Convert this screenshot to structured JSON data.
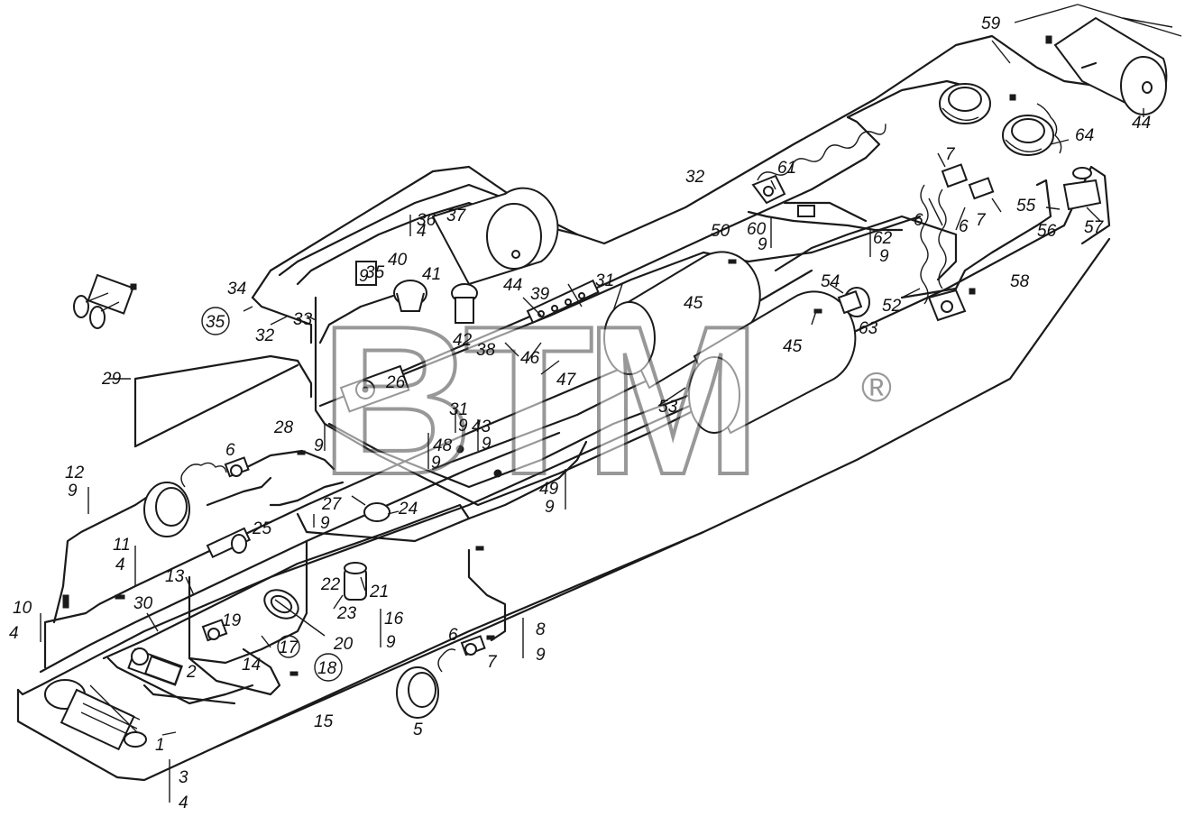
{
  "watermark": {
    "text": "BTM",
    "mark": "®"
  },
  "labels": [
    {
      "id": "l1",
      "text": "1"
    },
    {
      "id": "l2",
      "text": "2"
    },
    {
      "id": "l3",
      "text": "3"
    },
    {
      "id": "l4a",
      "text": "4"
    },
    {
      "id": "l4b",
      "text": "4"
    },
    {
      "id": "l4c",
      "text": "4"
    },
    {
      "id": "l4d",
      "text": "4"
    },
    {
      "id": "l5",
      "text": "5"
    },
    {
      "id": "l6a",
      "text": "6"
    },
    {
      "id": "l6b",
      "text": "6"
    },
    {
      "id": "l6c",
      "text": "6"
    },
    {
      "id": "l6d",
      "text": "6"
    },
    {
      "id": "l7a",
      "text": "7"
    },
    {
      "id": "l7b",
      "text": "7"
    },
    {
      "id": "l7c",
      "text": "7"
    },
    {
      "id": "l8",
      "text": "8"
    },
    {
      "id": "l9a",
      "text": "9"
    },
    {
      "id": "l9b",
      "text": "9"
    },
    {
      "id": "l9c",
      "text": "9"
    },
    {
      "id": "l9d",
      "text": "9"
    },
    {
      "id": "l9e",
      "text": "9"
    },
    {
      "id": "l9f",
      "text": "9"
    },
    {
      "id": "l9g",
      "text": "9"
    },
    {
      "id": "l9h",
      "text": "9"
    },
    {
      "id": "l9i",
      "text": "9"
    },
    {
      "id": "l9j",
      "text": "9"
    },
    {
      "id": "l9k",
      "text": "9"
    },
    {
      "id": "l9l",
      "text": "9"
    },
    {
      "id": "l10",
      "text": "10"
    },
    {
      "id": "l11",
      "text": "11"
    },
    {
      "id": "l12",
      "text": "12"
    },
    {
      "id": "l13",
      "text": "13"
    },
    {
      "id": "l14",
      "text": "14"
    },
    {
      "id": "l15",
      "text": "15"
    },
    {
      "id": "l16",
      "text": "16"
    },
    {
      "id": "l17",
      "text": "17"
    },
    {
      "id": "l18",
      "text": "18"
    },
    {
      "id": "l19",
      "text": "19"
    },
    {
      "id": "l20",
      "text": "20"
    },
    {
      "id": "l21",
      "text": "21"
    },
    {
      "id": "l22",
      "text": "22"
    },
    {
      "id": "l23",
      "text": "23"
    },
    {
      "id": "l24",
      "text": "24"
    },
    {
      "id": "l25",
      "text": "25"
    },
    {
      "id": "l26",
      "text": "26"
    },
    {
      "id": "l27",
      "text": "27"
    },
    {
      "id": "l28",
      "text": "28"
    },
    {
      "id": "l29",
      "text": "29"
    },
    {
      "id": "l30",
      "text": "30"
    },
    {
      "id": "l31a",
      "text": "31"
    },
    {
      "id": "l31b",
      "text": "31"
    },
    {
      "id": "l32a",
      "text": "32"
    },
    {
      "id": "l32b",
      "text": "32"
    },
    {
      "id": "l33",
      "text": "33"
    },
    {
      "id": "l34",
      "text": "34"
    },
    {
      "id": "l35",
      "text": "35"
    },
    {
      "id": "l36",
      "text": "36"
    },
    {
      "id": "l37",
      "text": "37"
    },
    {
      "id": "l38",
      "text": "38"
    },
    {
      "id": "l39",
      "text": "39"
    },
    {
      "id": "l40",
      "text": "40"
    },
    {
      "id": "l41",
      "text": "41"
    },
    {
      "id": "l42",
      "text": "42"
    },
    {
      "id": "l43",
      "text": "43"
    },
    {
      "id": "l44a",
      "text": "44"
    },
    {
      "id": "l44b",
      "text": "44"
    },
    {
      "id": "l45a",
      "text": "45"
    },
    {
      "id": "l45b",
      "text": "45"
    },
    {
      "id": "l46",
      "text": "46"
    },
    {
      "id": "l47",
      "text": "47"
    },
    {
      "id": "l48",
      "text": "48"
    },
    {
      "id": "l49",
      "text": "49"
    },
    {
      "id": "l50",
      "text": "50"
    },
    {
      "id": "l52",
      "text": "52"
    },
    {
      "id": "l53",
      "text": "53"
    },
    {
      "id": "l54",
      "text": "54"
    },
    {
      "id": "l55",
      "text": "55"
    },
    {
      "id": "l56",
      "text": "56"
    },
    {
      "id": "l57",
      "text": "57"
    },
    {
      "id": "l58",
      "text": "58"
    },
    {
      "id": "l59",
      "text": "59"
    },
    {
      "id": "l60",
      "text": "60"
    },
    {
      "id": "l61",
      "text": "61"
    },
    {
      "id": "l62",
      "text": "62"
    },
    {
      "id": "l63",
      "text": "63"
    },
    {
      "id": "l64",
      "text": "64"
    },
    {
      "id": "l35b",
      "text": "35"
    }
  ]
}
